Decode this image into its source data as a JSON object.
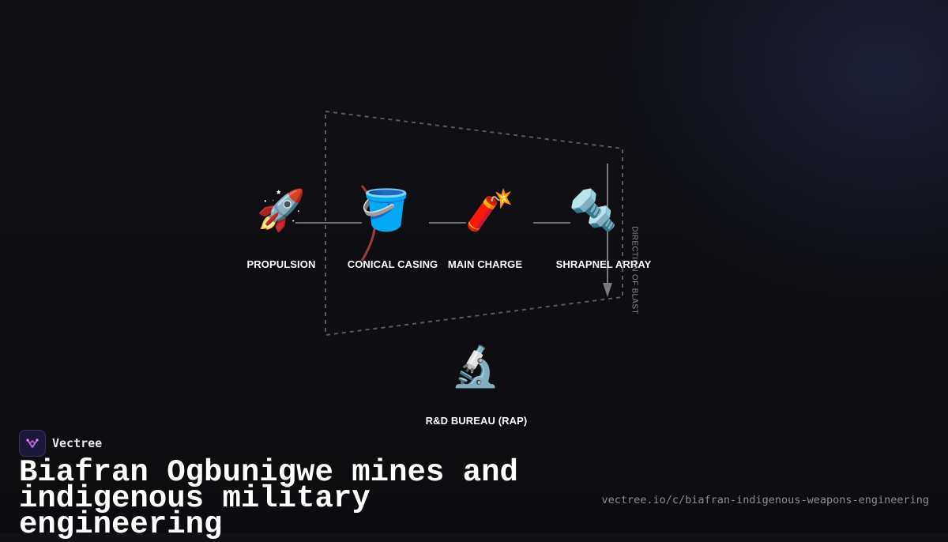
{
  "diagram": {
    "nodes": [
      {
        "id": "propulsion",
        "icon": "rocket-icon",
        "glyph": "🚀",
        "label": "PROPULSION"
      },
      {
        "id": "conical-casing",
        "icon": "bucket-icon",
        "glyph": "🪣",
        "label": "CONICAL CASING"
      },
      {
        "id": "main-charge",
        "icon": "firecracker-icon",
        "glyph": "🧨",
        "label": "MAIN CHARGE"
      },
      {
        "id": "shrapnel-array",
        "icon": "nut-and-bolt-icon",
        "glyph": "🔩",
        "label": "SHRAPNEL ARRAY"
      },
      {
        "id": "rd-bureau",
        "icon": "microscope-icon",
        "glyph": "🔬",
        "label": "R&D BUREAU (RAP)"
      }
    ],
    "axis_label": "DIRECTION OF BLAST",
    "colors": {
      "connector": "#6f6f6f",
      "outline": "#5a5a5a",
      "fuse": "#9a3c3c",
      "arrow": "#7a7a7a"
    }
  },
  "brand": {
    "name": "Vectree",
    "logo_icon": "vectree-logo-icon"
  },
  "headline": "Biafran Ogbunigwe mines and indigenous military engineering",
  "url": "vectree.io/c/biafran-indigenous-weapons-engineering"
}
